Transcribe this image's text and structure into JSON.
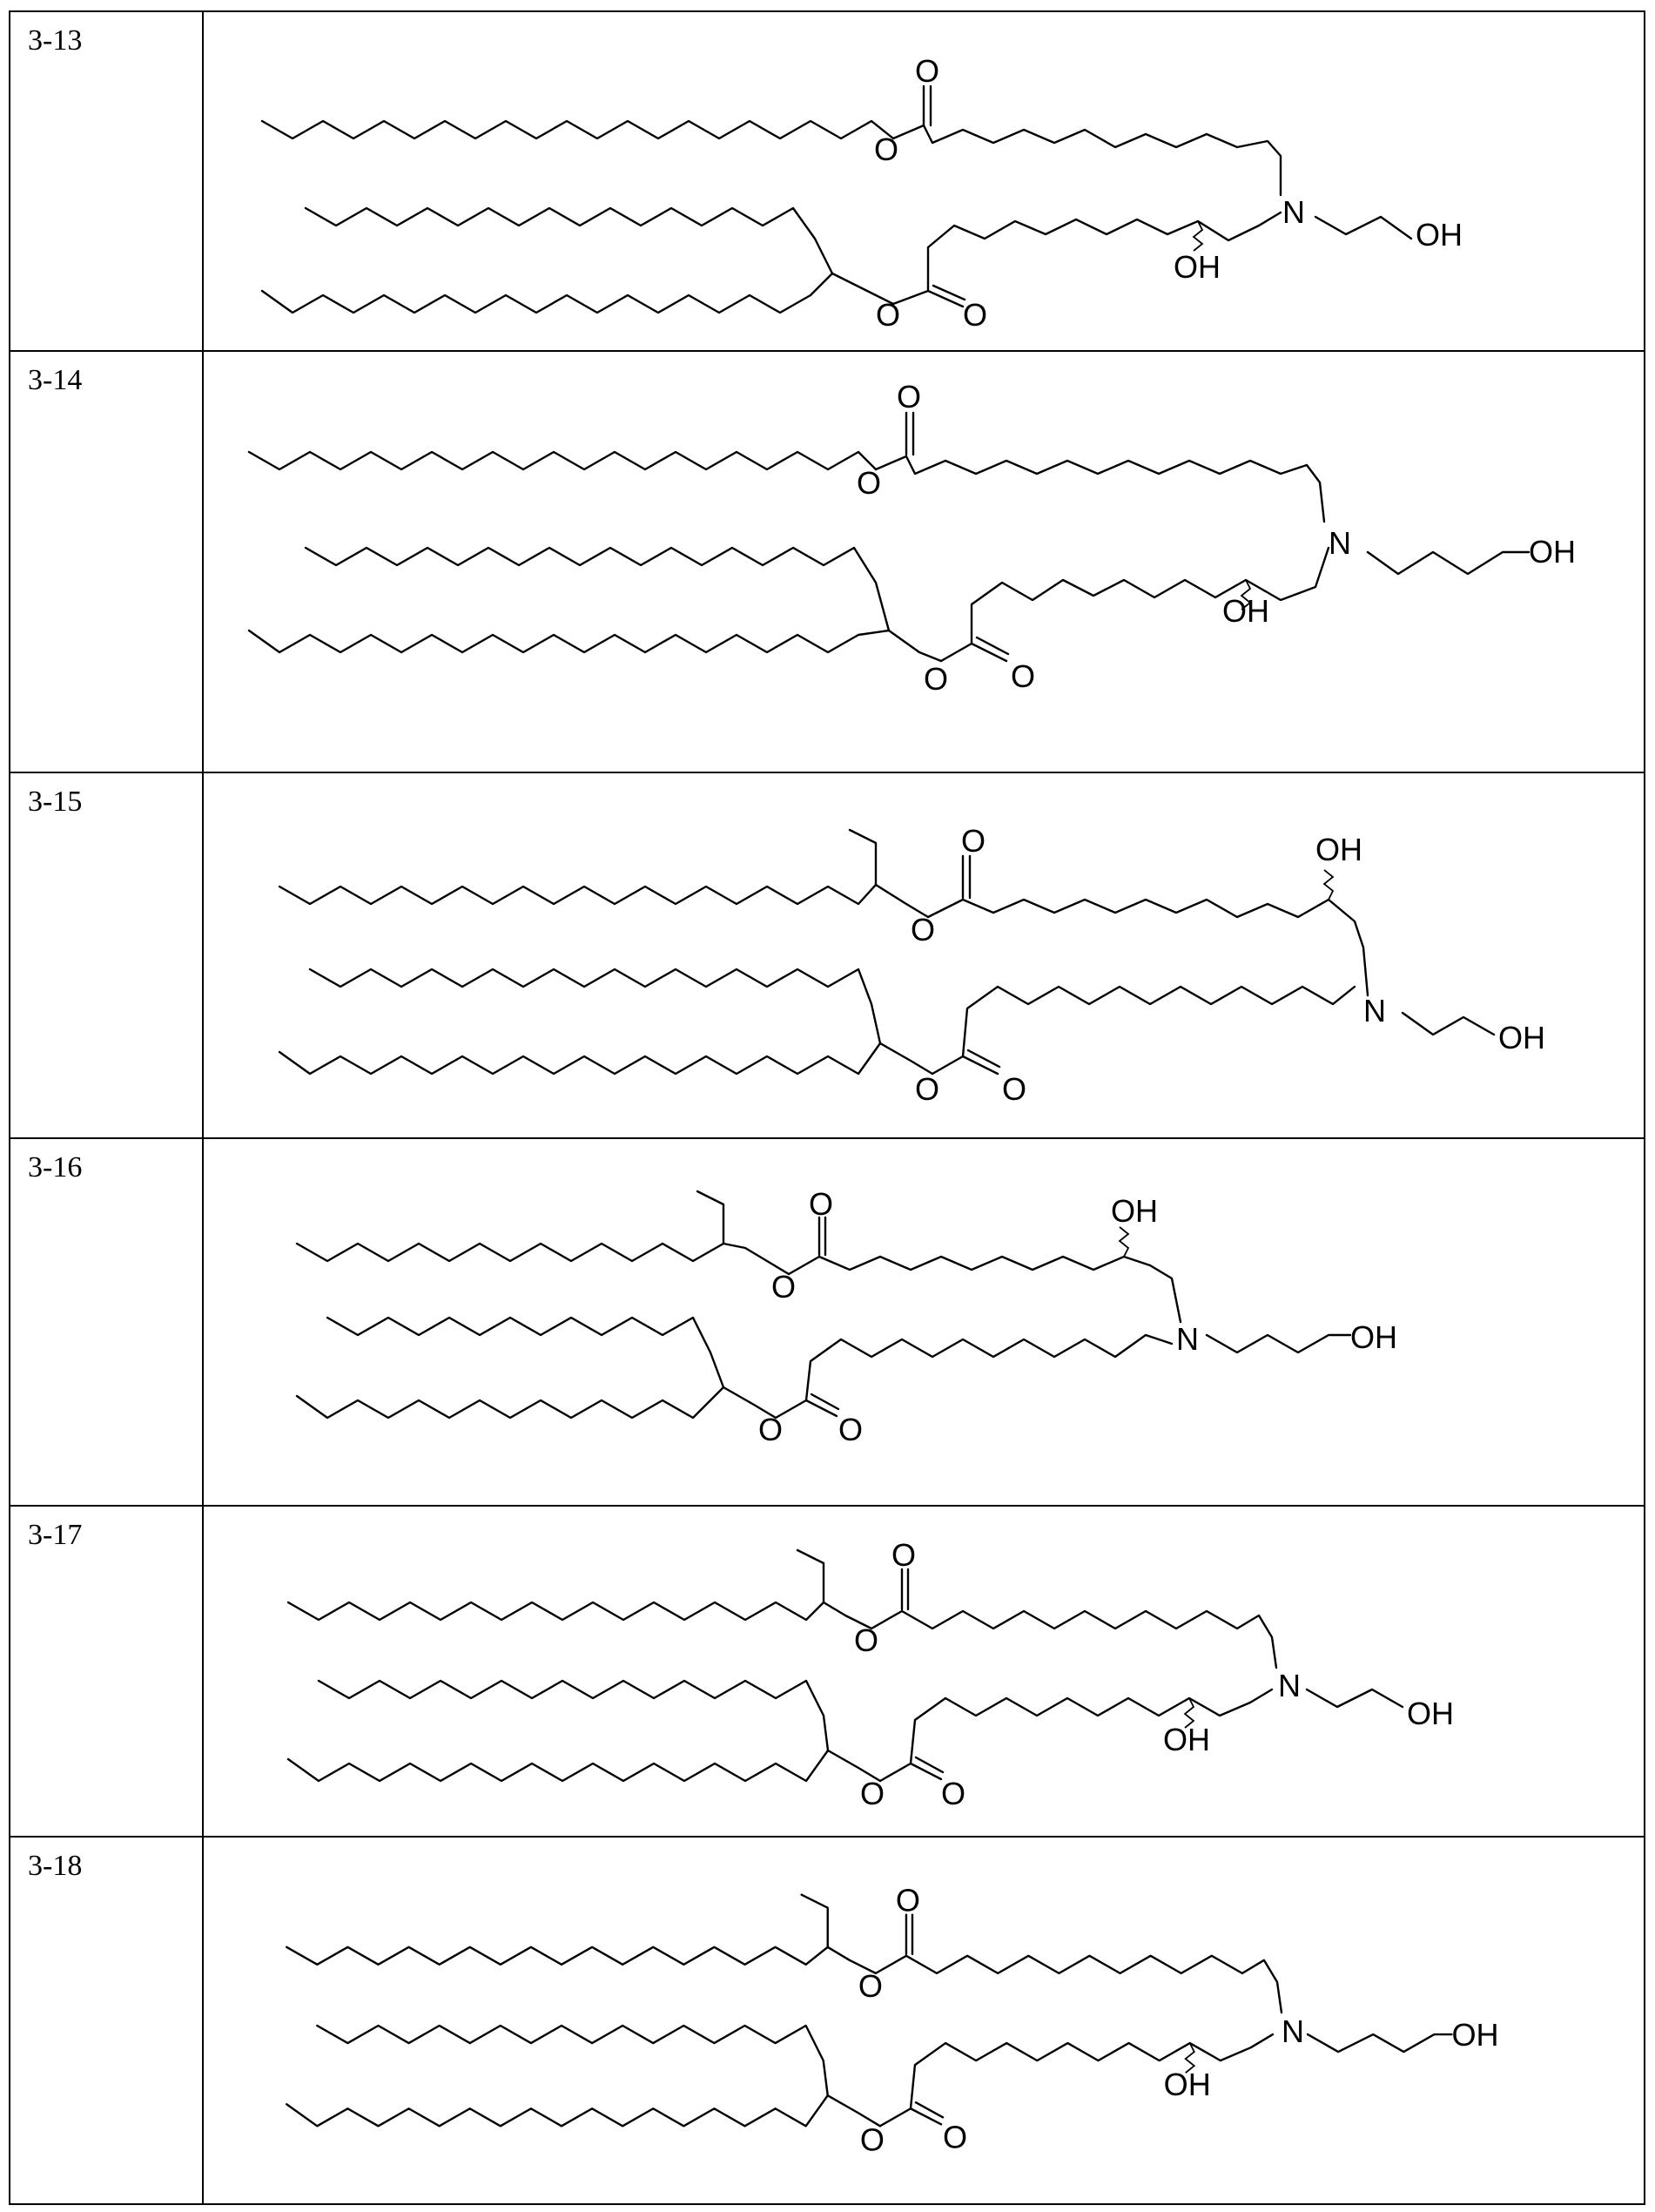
{
  "compounds": [
    {
      "id": "3-13",
      "labels": {
        "o_carbonyl_top": "O",
        "o_ester_top": "O",
        "n": "N",
        "oh_chain": "OH",
        "oh_secondary": "OH",
        "o_ester_bottom": "O",
        "o_carbonyl_bottom": "O"
      }
    },
    {
      "id": "3-14",
      "labels": {
        "o_carbonyl_top": "O",
        "o_ester_top": "O",
        "n": "N",
        "oh_chain": "OH",
        "oh_secondary": "OH",
        "o_ester_bottom": "O",
        "o_carbonyl_bottom": "O"
      }
    },
    {
      "id": "3-15",
      "labels": {
        "o_carbonyl_top": "O",
        "o_ester_top": "O",
        "n": "N",
        "oh_chain": "OH",
        "oh_secondary": "OH",
        "o_ester_bottom": "O",
        "o_carbonyl_bottom": "O"
      }
    },
    {
      "id": "3-16",
      "labels": {
        "o_carbonyl_top": "O",
        "o_ester_top": "O",
        "n": "N",
        "oh_chain": "OH",
        "oh_secondary": "OH",
        "o_ester_bottom": "O",
        "o_carbonyl_bottom": "O"
      }
    },
    {
      "id": "3-17",
      "labels": {
        "o_carbonyl_top": "O",
        "o_ester_top": "O",
        "n": "N",
        "oh_chain": "OH",
        "oh_secondary": "OH",
        "o_ester_bottom": "O",
        "o_carbonyl_bottom": "O"
      }
    },
    {
      "id": "3-18",
      "labels": {
        "o_carbonyl_top": "O",
        "o_ester_top": "O",
        "n": "N",
        "oh_chain": "OH",
        "oh_secondary": "OH",
        "o_ester_bottom": "O",
        "o_carbonyl_bottom": "O"
      }
    }
  ]
}
